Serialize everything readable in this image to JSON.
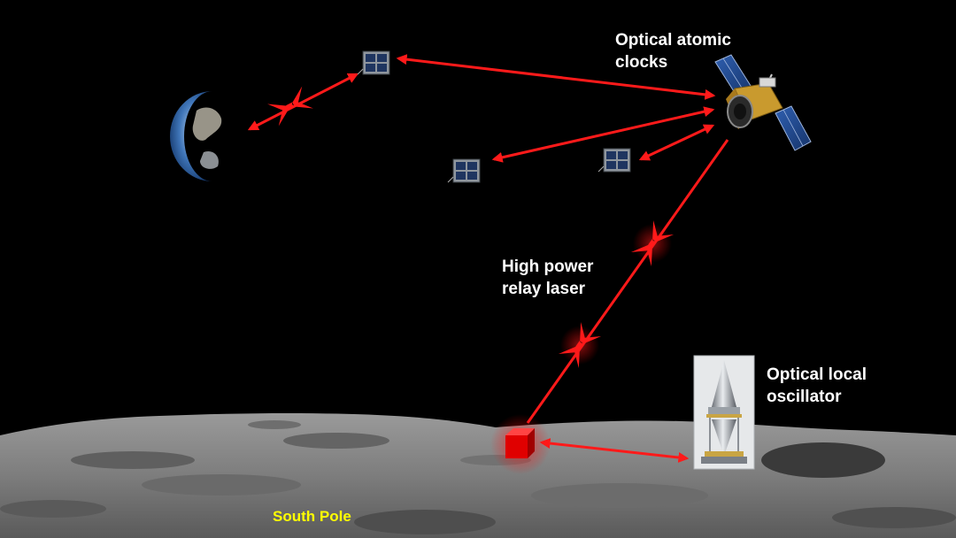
{
  "labels": {
    "clocks": [
      "Optical atomic",
      "clocks"
    ],
    "laser": [
      "High power",
      "relay laser"
    ],
    "oscillator": [
      "Optical local",
      "oscillator"
    ],
    "south_pole": "South Pole"
  },
  "colors": {
    "background": "#000000",
    "link": "#ff1a1a",
    "label_text": "#ffffff",
    "south_pole_text": "#ffff00",
    "lunar_surface": "#8a8a8a"
  },
  "icons": {
    "earth": "earth-icon",
    "main_satellite": "satellite-icon",
    "cubesats": [
      "cubesat-icon",
      "cubesat-icon",
      "cubesat-icon"
    ],
    "relay": "relay-cube-icon",
    "oscillator": "oscillator-cone-icon",
    "pulses": [
      "laser-pulse-icon",
      "laser-pulse-icon",
      "laser-pulse-icon"
    ]
  }
}
